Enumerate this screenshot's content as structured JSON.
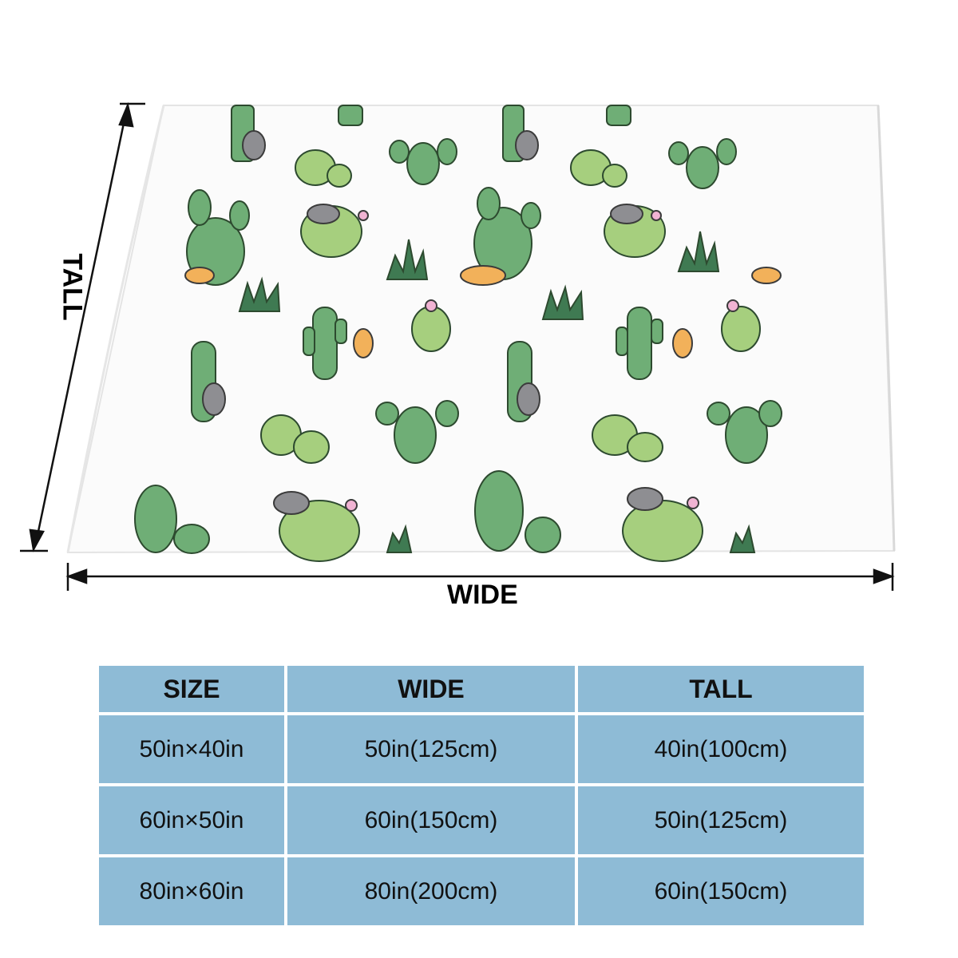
{
  "labels": {
    "wide": "WIDE",
    "tall": "TALL"
  },
  "table": {
    "headers": [
      "SIZE",
      "WIDE",
      "TALL"
    ],
    "rows": [
      [
        "50in×40in",
        "50in(125cm)",
        "40in(100cm)"
      ],
      [
        "60in×50in",
        "60in(150cm)",
        "50in(125cm)"
      ],
      [
        "80in×60in",
        "80in(200cm)",
        "60in(150cm)"
      ]
    ]
  },
  "colors": {
    "table_cell": "#8ebbd6",
    "blanket": "#fbfbfb",
    "cactus": "#6fae76",
    "cactus_light": "#a6cf7e",
    "cat_orange": "#f2b15a",
    "cat_gray": "#8e8e92"
  }
}
